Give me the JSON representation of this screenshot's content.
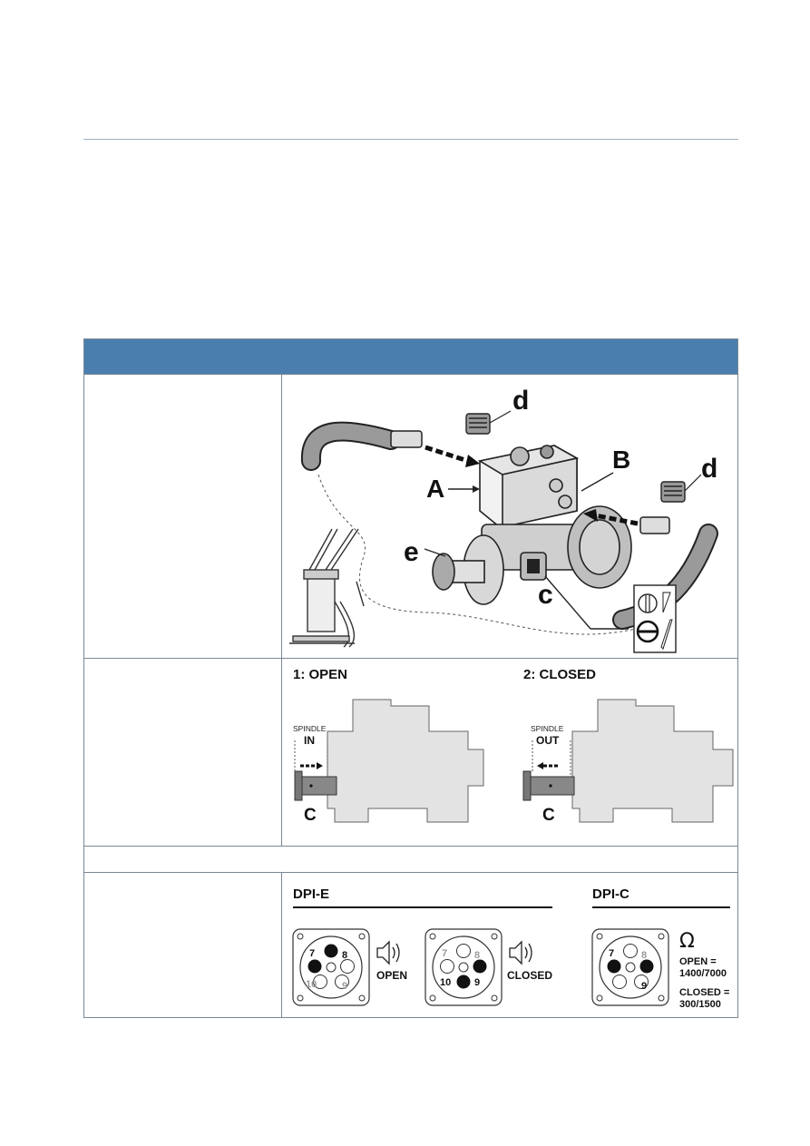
{
  "figure1": {
    "labels": {
      "a": "A",
      "b": "B",
      "c": "c",
      "d1": "d",
      "d2": "d",
      "e": "e"
    }
  },
  "figure2": {
    "open": {
      "title": "1: OPEN",
      "spindle_label": "SPINDLE",
      "direction": "IN",
      "part_label": "C"
    },
    "closed": {
      "title": "2: CLOSED",
      "spindle_label": "SPINDLE",
      "direction": "OUT",
      "part_label": "C"
    }
  },
  "figure3": {
    "dpi_e": {
      "heading": "DPI-E",
      "open": {
        "status": "OPEN",
        "pins": [
          "7",
          "8",
          "9",
          "10"
        ]
      },
      "closed": {
        "status": "CLOSED",
        "pins": [
          "7",
          "8",
          "9",
          "10"
        ]
      }
    },
    "dpi_c": {
      "heading": "DPI-C",
      "pins": [
        "7",
        "8",
        "9"
      ],
      "open_label": "OPEN =",
      "open_value": "1400/7000",
      "closed_label": "CLOSED =",
      "closed_value": "300/1500",
      "ohm_symbol": "Ω"
    }
  },
  "colors": {
    "header": "#4a7fad",
    "rule": "#9db1c6",
    "grid": "#7a8794"
  }
}
